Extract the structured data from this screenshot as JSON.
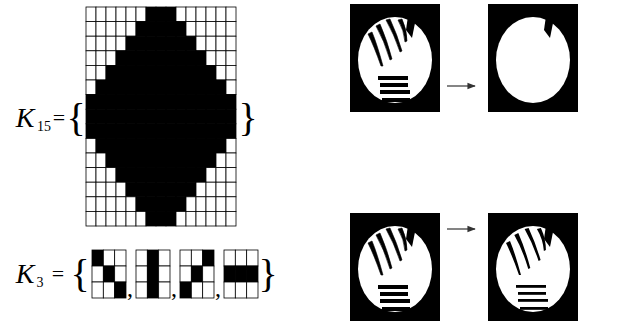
{
  "diagram": {
    "labels": [
      "K",
      "15",
      "=",
      "{",
      "}",
      "K",
      "3",
      "=",
      "{",
      ",",
      ",",
      ",",
      "}"
    ]
  }
}
